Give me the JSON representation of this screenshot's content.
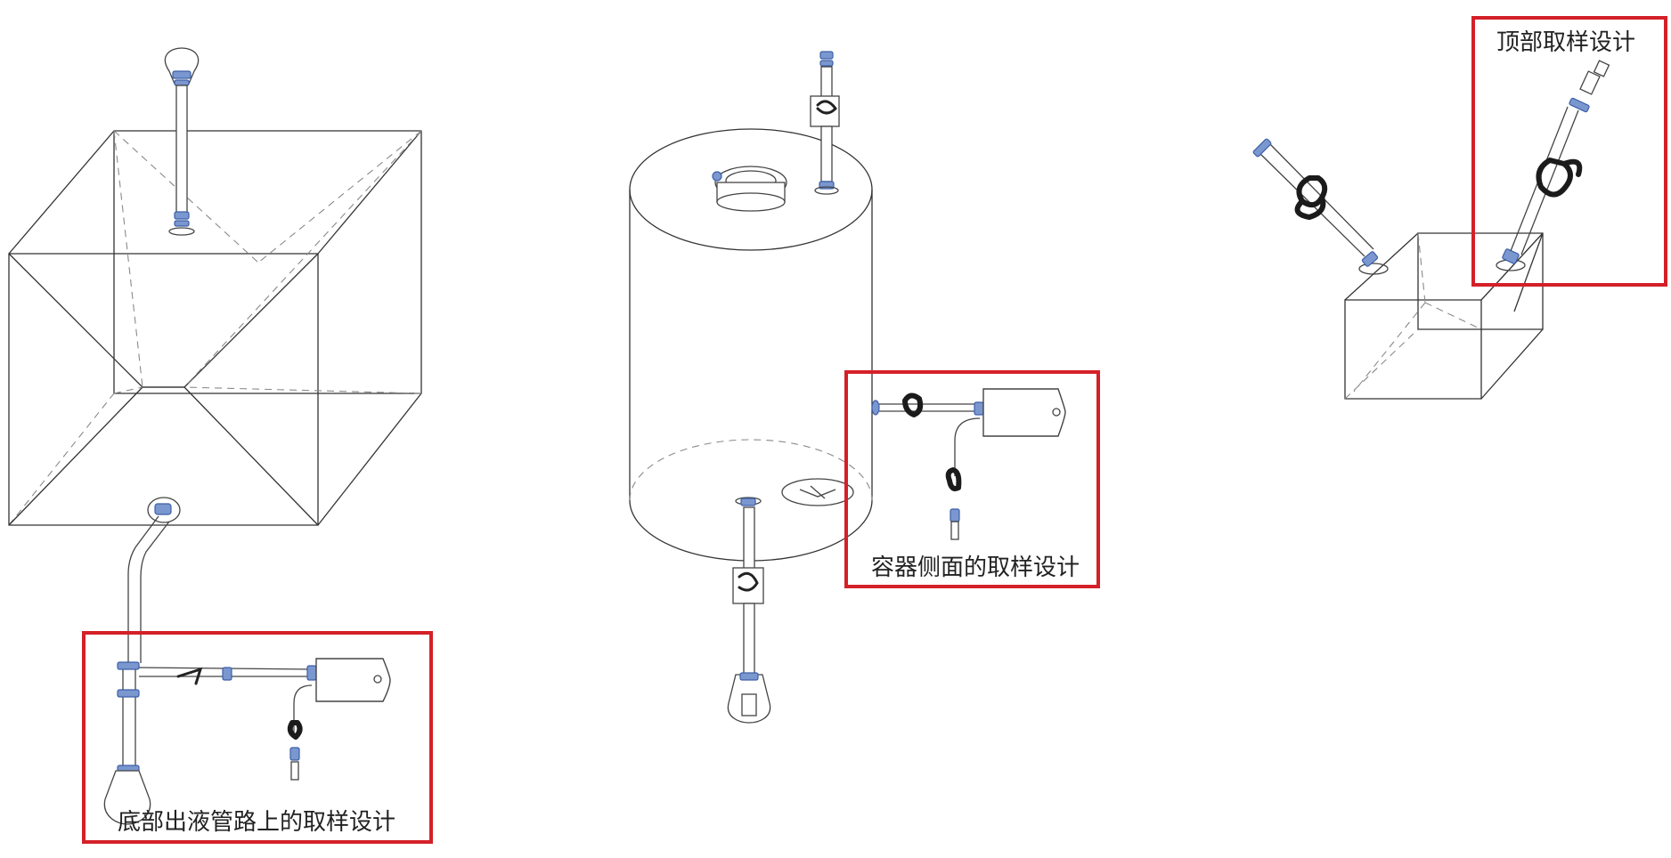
{
  "colors": {
    "highlight": "#d42028",
    "fitting": "#7a97cf",
    "line": "#333333"
  },
  "callouts": {
    "bottom": "底部出液管路上的取样设计",
    "side": "容器侧面的取样设计",
    "top": "顶部取样设计"
  }
}
